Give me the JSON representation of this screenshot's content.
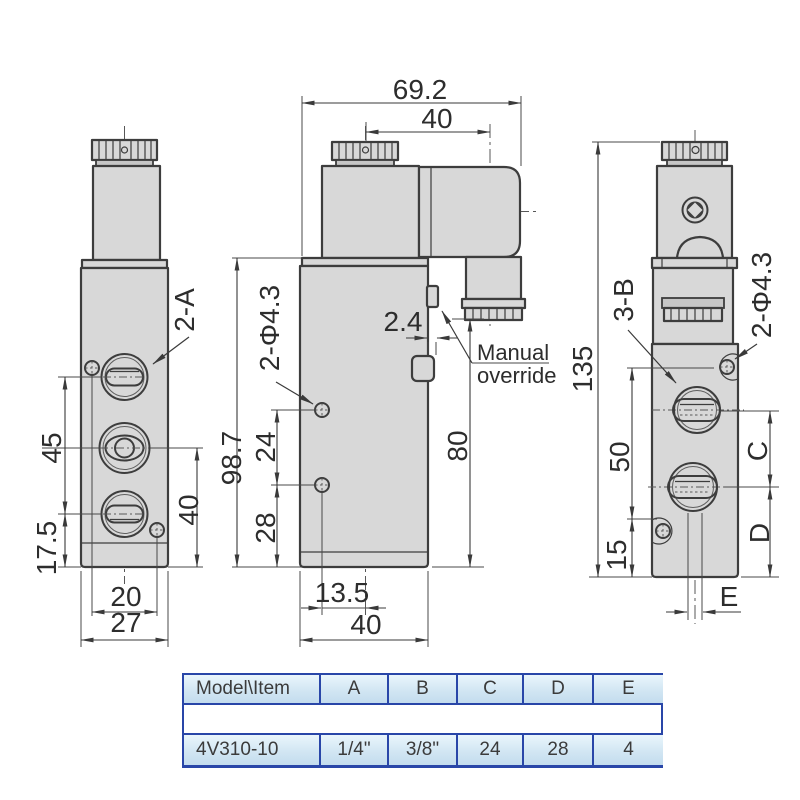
{
  "colors": {
    "line": "#3d3d3d",
    "metal_fill": "#d8d8d8",
    "table_border": "#2946a8",
    "table_row_bg": "#cfe3f1"
  },
  "views": {
    "front": {
      "note_ports": "2-A",
      "dim_port_spacing": "45",
      "dim_bottom_offset": "17.5",
      "dim_side": "40",
      "dim_hole_span": "20",
      "dim_width": "27"
    },
    "side": {
      "dim_total_width": "69.2",
      "dim_connector": "40",
      "dim_body_height": "98.7",
      "note_holes": "2-Φ4.3",
      "dim_hole_spacing": "24",
      "dim_hole_bottom": "28",
      "dim_button": "2.4",
      "manual_line1": "Manual",
      "manual_line2": "override",
      "dim_height": "80",
      "dim_hole_x": "13.5",
      "dim_depth": "40"
    },
    "end": {
      "dim_total_height": "135",
      "note_ports": "3-B",
      "note_holes": "2-Φ4.3",
      "dim_port_spacing": "50",
      "dim_bottom_offset": "15",
      "dim_c": "C",
      "dim_d": "D",
      "dim_e": "E"
    }
  },
  "table": {
    "headers": [
      "Model\\Item",
      "A",
      "B",
      "C",
      "D",
      "E"
    ],
    "row": [
      "4V310-10",
      "1/4\"",
      "3/8\"",
      "24",
      "28",
      "4"
    ]
  }
}
